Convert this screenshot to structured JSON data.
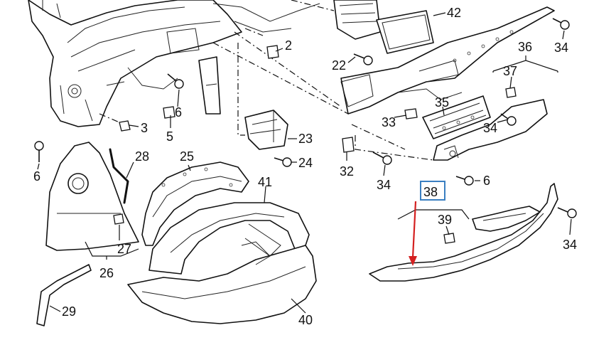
{
  "diagram": {
    "callouts": [
      "2",
      "3",
      "5",
      "6",
      "6",
      "6",
      "22",
      "23",
      "24",
      "25",
      "26",
      "27",
      "28",
      "29",
      "32",
      "33",
      "34",
      "34",
      "34",
      "34",
      "35",
      "36",
      "37",
      "38",
      "39",
      "40",
      "41",
      "42"
    ],
    "highlight": {
      "label": "38",
      "box_color": "#3a7fc1",
      "arrow_color": "#d42020"
    }
  }
}
